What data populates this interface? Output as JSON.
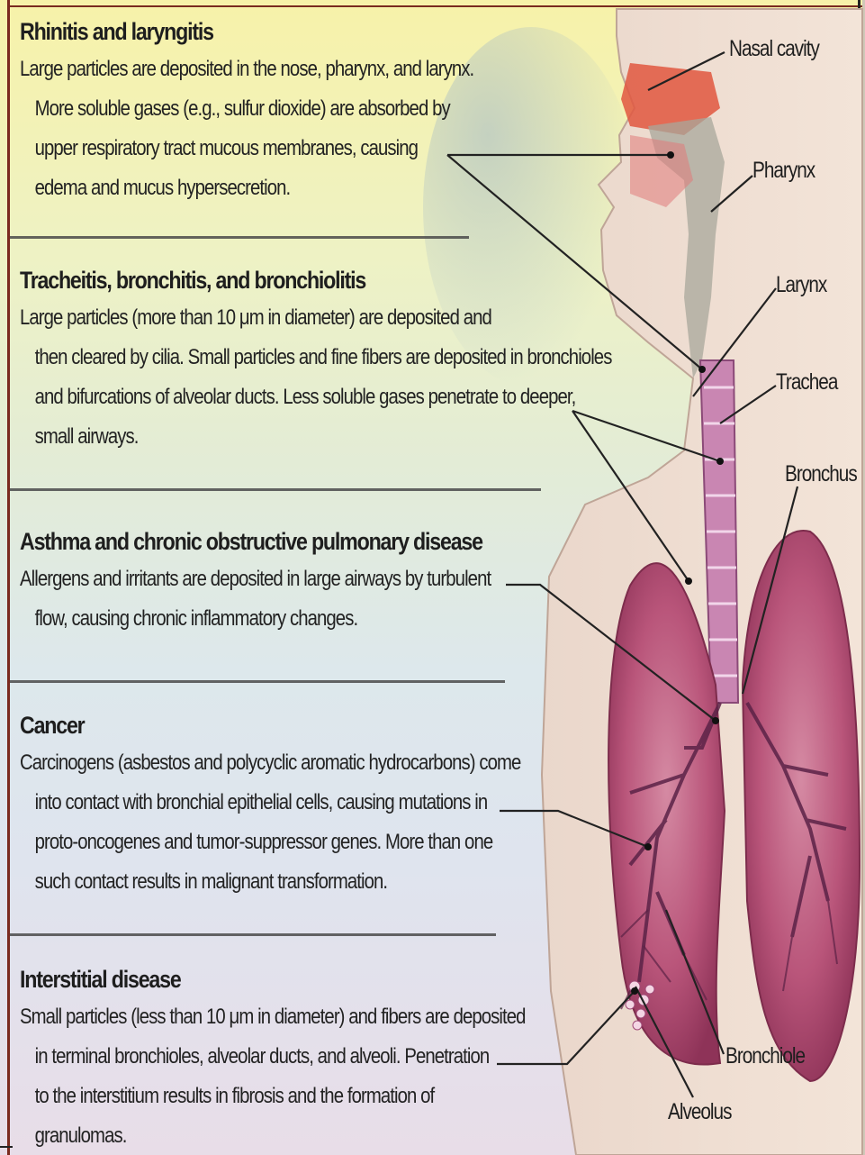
{
  "sections": [
    {
      "title": "Rhinitis and laryngitis",
      "lines": [
        "Large particles are deposited in the nose, pharynx, and larynx.",
        "More soluble gases (e.g., sulfur dioxide) are absorbed by",
        "upper respiratory tract mucous membranes, causing",
        "edema and mucus hypersecretion."
      ]
    },
    {
      "title": "Tracheitis, bronchitis, and bronchiolitis",
      "lines": [
        "Large particles (more than 10 μm in diameter) are deposited and",
        "then cleared by cilia. Small particles and fine fibers are deposited in bronchioles",
        "and bifurcations of alveolar ducts. Less soluble gases penetrate to deeper,",
        "small airways."
      ]
    },
    {
      "title": "Asthma and chronic obstructive pulmonary disease",
      "lines": [
        "Allergens and irritants are deposited in large airways by turbulent",
        "flow, causing chronic inflammatory changes."
      ]
    },
    {
      "title": "Cancer",
      "lines": [
        "Carcinogens (asbestos and polycyclic aromatic hydrocarbons) come",
        "into contact with bronchial epithelial cells, causing mutations in",
        "proto-oncogenes and tumor-suppressor genes. More than one",
        "such contact results in malignant transformation."
      ]
    },
    {
      "title": "Interstitial disease",
      "lines": [
        "Small particles (less than 10 μm in diameter) and fibers are deposited",
        "in terminal bronchioles, alveolar ducts, and alveoli. Penetration",
        "to the interstitium results in fibrosis and the formation of",
        "granulomas."
      ]
    }
  ],
  "anatomy_labels": {
    "nasal_cavity": "Nasal cavity",
    "pharynx": "Pharynx",
    "larynx": "Larynx",
    "trachea": "Trachea",
    "bronchus": "Bronchus",
    "bronchiole": "Bronchiole",
    "alveolus": "Alveolus"
  },
  "colors": {
    "lung": "#b9557a",
    "skin": "#ecd9cf",
    "airway": "#d98fa0",
    "leader": "#222222"
  }
}
